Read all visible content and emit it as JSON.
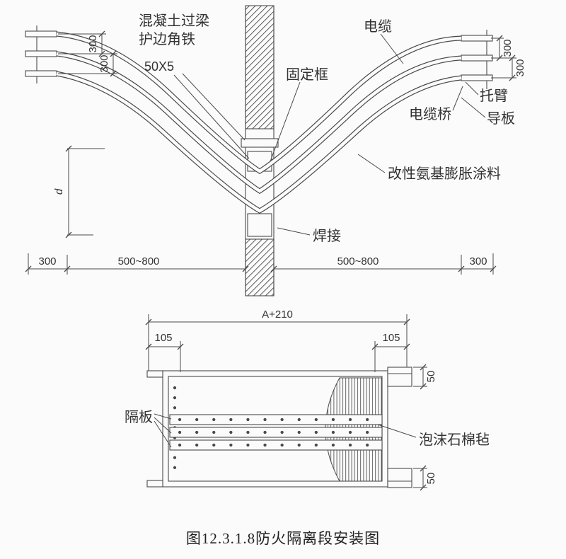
{
  "figure": {
    "caption": "图12.3.1.8防火隔离段安装图"
  },
  "colors": {
    "line": "#4a4a4a",
    "background": "#fbfbfb",
    "text": "#333333"
  },
  "section_view": {
    "labels": {
      "concrete_lintel": "混凝土过梁",
      "edge_angle_iron": "护边角铁",
      "angle_spec": "50X5",
      "fixing_frame": "固定框",
      "cable": "电缆",
      "cable_bridge": "电缆桥",
      "bracket_arm": "托臂",
      "guide_plate": "导板",
      "expansion_coating": "改性氨基膨胀涂料",
      "welding": "焊接"
    },
    "dimensions": {
      "left_spacing_1": "300",
      "left_spacing_2": "300",
      "right_spacing_1": "300",
      "right_spacing_2": "300",
      "depth": "d",
      "bottom_left_end": "300",
      "bottom_left_span": "500~800",
      "bottom_right_span": "500~800",
      "bottom_right_end": "300"
    }
  },
  "detail_view": {
    "labels": {
      "partition_board": "隔板",
      "foam_asbestos_felt": "泡沫石棉毡"
    },
    "dimensions": {
      "overall_width": "A+210",
      "left_offset": "105",
      "right_offset": "105",
      "flange_top": "50",
      "flange_bottom": "50"
    }
  }
}
